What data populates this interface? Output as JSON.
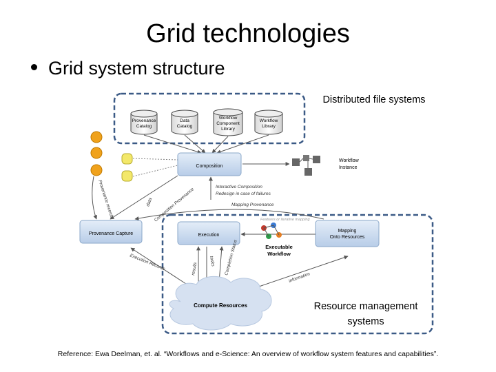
{
  "slide": {
    "title": "Grid technologies",
    "bullet": "Grid system structure",
    "reference": "Reference: Ewa Deelman, et. al. “Workflows and e-Science: An overview of workflow system features and capabilities”."
  },
  "callouts": {
    "distributed_fs": "Distributed file systems",
    "resource_mgmt_line1": "Resource management",
    "resource_mgmt_line2": "systems"
  },
  "diagram": {
    "catalogs": [
      {
        "line1": "Provenance",
        "line2": "Catalog",
        "line3": ""
      },
      {
        "line1": "Data",
        "line2": "Catalog",
        "line3": ""
      },
      {
        "line1": "Workflow",
        "line2": "Component",
        "line3": "Library"
      },
      {
        "line1": "Workflow",
        "line2": "Library",
        "line3": ""
      }
    ],
    "boxes": {
      "composition": "Composition",
      "provenance_capture": "Provenance Capture",
      "execution": "Execution",
      "mapping_line1": "Mapping",
      "mapping_line2": "Onto Resources"
    },
    "workflow_instance_line1": "Workflow",
    "workflow_instance_line2": "Instance",
    "executable_workflow_line1": "Executable",
    "executable_workflow_line2": "Workflow",
    "compute_resources": "Compute Resources",
    "labels": {
      "interactive_composition": "Interactive Composition",
      "redesign": "Redesign in case of failures",
      "mapping_provenance": "Mapping Provenance",
      "composition_provenance": "Composition Provenance",
      "provenance_records": "Provenance records",
      "data": "data",
      "execution_records": "Execution Records",
      "results": "results",
      "tasks": "tasks",
      "completion_status": "Completion Status",
      "information": "information",
      "info_faded": "Features or iterative mapping"
    },
    "colors": {
      "dashed_border": "#3b5a86",
      "box_fill": "#c9daef",
      "box_stroke": "#8aa7c8",
      "orange": "#f0a21c",
      "yellow": "#f3e86a",
      "cloud": "#d6e1f1"
    }
  }
}
